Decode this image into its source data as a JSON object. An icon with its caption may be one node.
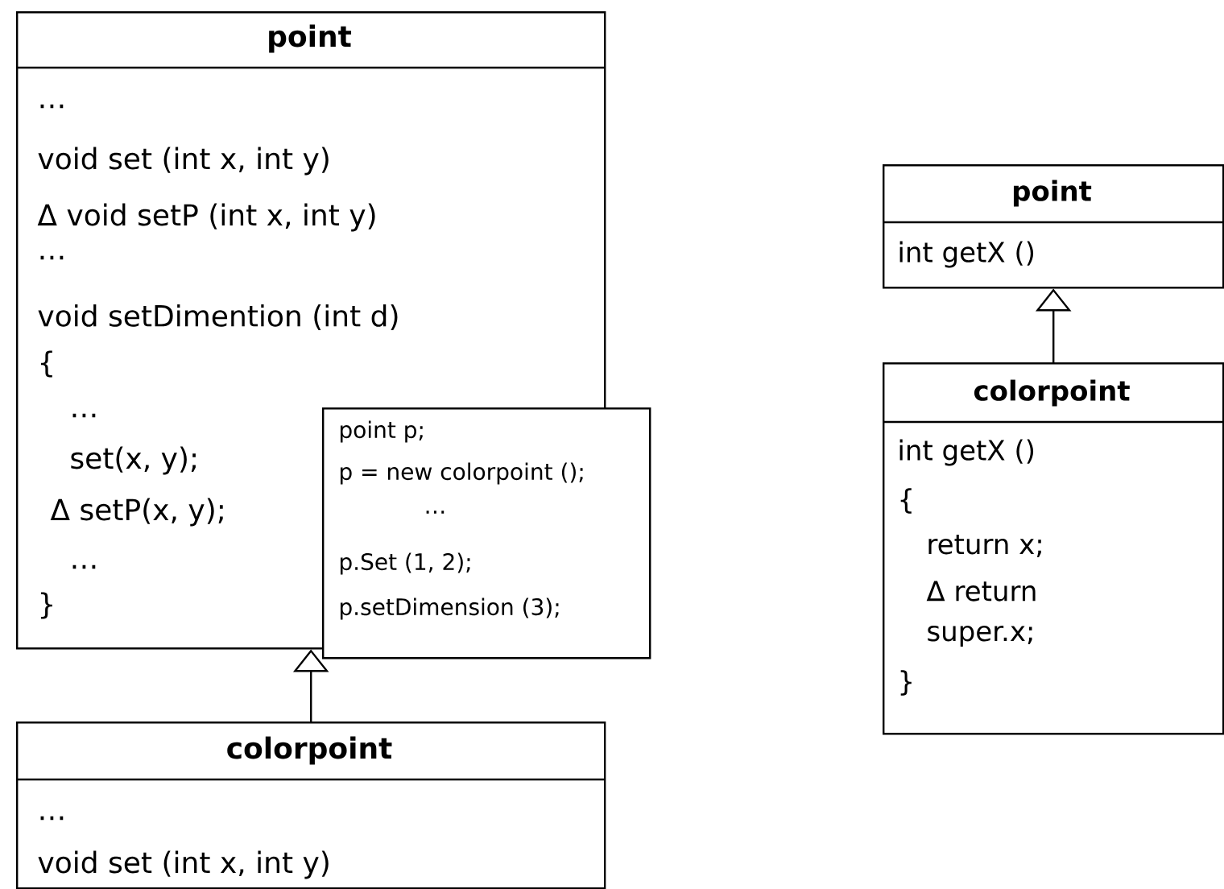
{
  "diagram": {
    "nodes": [
      {
        "text": [
          "point",
          "…",
          "void set (int x, int y)",
          "Δ void setP (int x, int y)",
          "…",
          "void setDimention (int d)",
          "{",
          "…",
          "set(x, y);",
          "Δ setP(x, y);",
          "…",
          "}"
        ]
      },
      {
        "text": [
          "point p;",
          "p = new colorpoint ();",
          "…",
          "p.Set (1, 2);",
          "p.setDimension (3);"
        ]
      },
      {
        "text": [
          "colorpoint",
          "…",
          "void set (int x, int y)"
        ]
      },
      {
        "text": [
          "point",
          "int getX ()"
        ]
      },
      {
        "text": [
          "colorpoint",
          "int getX ()",
          "{",
          "return x;",
          "Δ return",
          "super.x;",
          "}"
        ]
      }
    ],
    "edges": [
      {
        "from": 2,
        "to": 0,
        "arrow": "to"
      },
      {
        "from": 4,
        "to": 3,
        "arrow": "to"
      }
    ]
  }
}
